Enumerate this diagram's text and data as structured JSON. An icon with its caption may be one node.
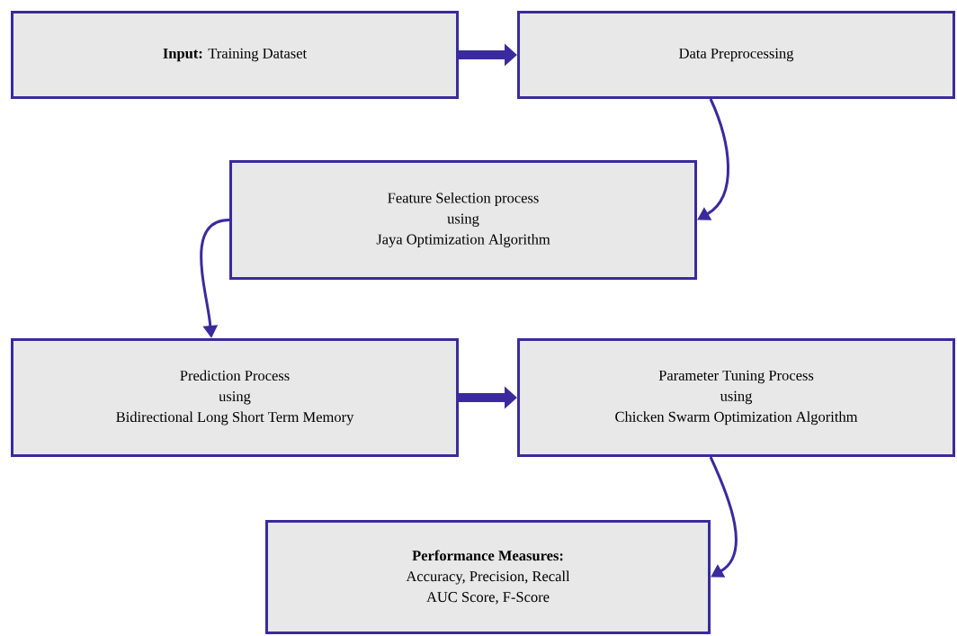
{
  "diagram": {
    "nodes": [
      {
        "text": [
          "**Input:** Training Dataset"
        ]
      },
      {
        "text": [
          "Data Preprocessing"
        ]
      },
      {
        "text": [
          "Feature Selection process",
          "using",
          "Jaya Optimization Algorithm"
        ]
      },
      {
        "text": [
          "Prediction Process",
          "using",
          "Bidirectional Long Short Term Memory"
        ]
      },
      {
        "text": [
          "Parameter Tuning Process",
          "using",
          "Chicken Swarm Optimization Algorithm"
        ]
      },
      {
        "text": [
          "**Performance Measures:**",
          "Accuracy, Precision, Recall",
          "AUC Score, F-Score"
        ]
      }
    ],
    "edges": [
      {
        "from": 0,
        "to": 1,
        "arrow": "to",
        "style": "thick"
      },
      {
        "from": 1,
        "to": 2,
        "arrow": "to"
      },
      {
        "from": 2,
        "to": 3,
        "arrow": "to"
      },
      {
        "from": 3,
        "to": 4,
        "arrow": "to",
        "style": "thick"
      },
      {
        "from": 4,
        "to": 5,
        "arrow": "to"
      }
    ]
  }
}
